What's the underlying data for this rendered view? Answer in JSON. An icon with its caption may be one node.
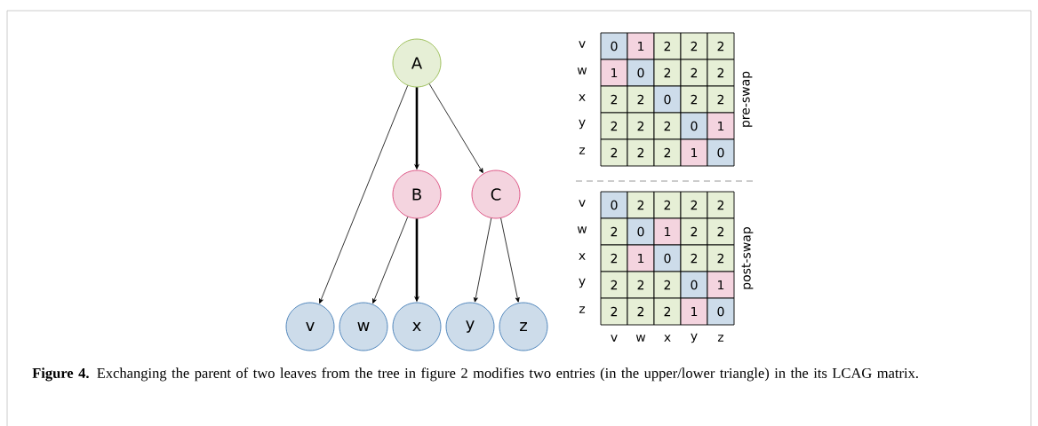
{
  "diagram": {
    "caption": "**Figure 4.** Exchanging the parent of two leaves from the tree in figure 2 modifies two entries (in the upper/lower triangle) in the its LCAG matrix.",
    "nodes": [
      {
        "text": [
          "A"
        ]
      },
      {
        "text": [
          "B"
        ]
      },
      {
        "text": [
          "C"
        ]
      },
      {
        "text": [
          "v"
        ]
      },
      {
        "text": [
          "w"
        ]
      },
      {
        "text": [
          "x"
        ]
      },
      {
        "text": [
          "y"
        ]
      },
      {
        "text": [
          "z"
        ]
      }
    ],
    "edges": [
      {
        "from": 0,
        "to": 3,
        "arrow": "to"
      },
      {
        "from": 0,
        "to": 1,
        "arrow": "to",
        "style": "thick"
      },
      {
        "from": 0,
        "to": 2,
        "arrow": "to"
      },
      {
        "from": 1,
        "to": 4,
        "arrow": "to"
      },
      {
        "from": 1,
        "to": 5,
        "arrow": "to",
        "style": "thick"
      },
      {
        "from": 2,
        "to": 6,
        "arrow": "to"
      },
      {
        "from": 2,
        "to": 7,
        "arrow": "to"
      }
    ],
    "labels": [
      "v",
      "0",
      "1",
      "2",
      "2",
      "2",
      "w",
      "1",
      "0",
      "2",
      "2",
      "2",
      "x",
      "2",
      "2",
      "0",
      "2",
      "2",
      "y",
      "2",
      "2",
      "2",
      "0",
      "1",
      "z",
      "2",
      "2",
      "2",
      "1",
      "0",
      "pre-swap",
      "v",
      "0",
      "2",
      "2",
      "2",
      "2",
      "w",
      "2",
      "0",
      "1",
      "2",
      "2",
      "x",
      "2",
      "1",
      "0",
      "2",
      "2",
      "y",
      "2",
      "2",
      "2",
      "0",
      "1",
      "z",
      "2",
      "2",
      "2",
      "1",
      "0",
      "post-swap",
      "v",
      "w",
      "x",
      "y",
      "z"
    ]
  }
}
